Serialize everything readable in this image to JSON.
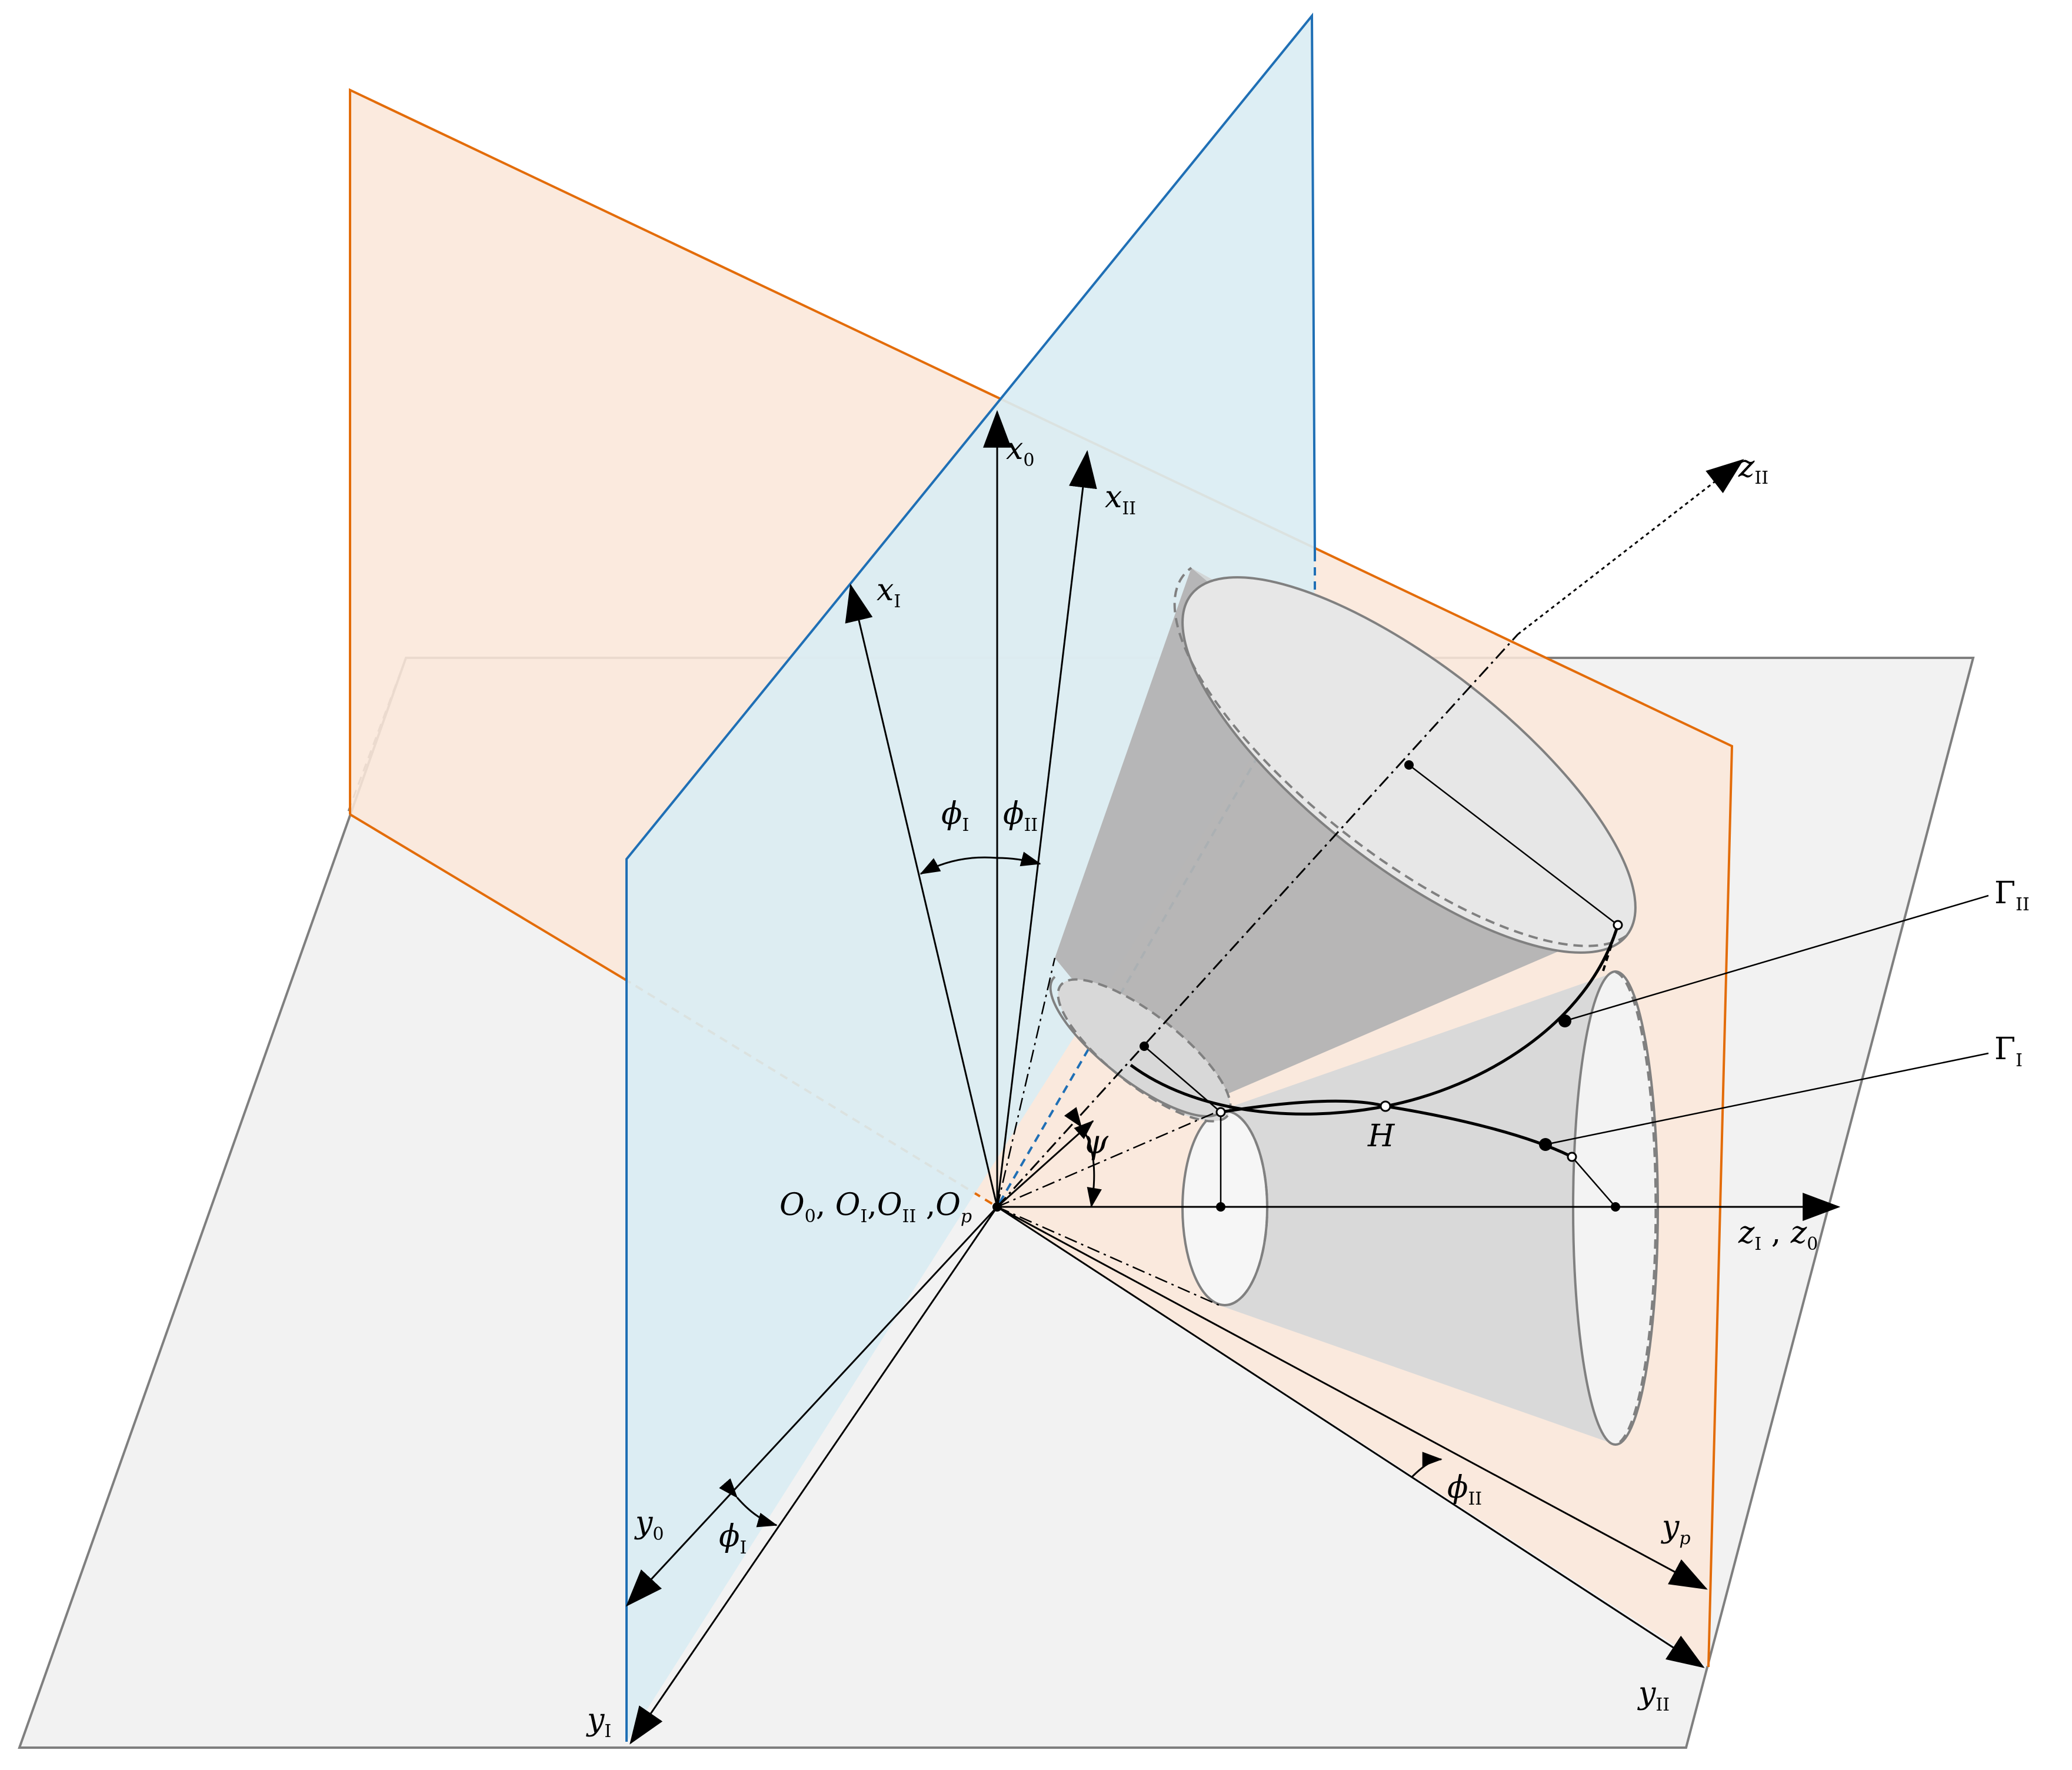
{
  "colors": {
    "horizontal_plane_fill": "#f2f2f2",
    "horizontal_plane_edge": "#7f7f7f",
    "orange_plane_fill": "#fbe7da",
    "orange_plane_edge": "#e36c09",
    "blue_plane_fill": "#daedf3",
    "blue_plane_edge": "#1f6fb5",
    "cone_dark": "#b0b0b0",
    "cone_mid": "#cfcfcf",
    "cone_light": "#e6e6e6",
    "ellipse_face": "#f3f3f3",
    "ink": "#000000"
  },
  "labels": {
    "x0": {
      "main": "x",
      "sub": "0"
    },
    "xII": {
      "main": "x",
      "sub": "II"
    },
    "xI": {
      "main": "x",
      "sub": "I"
    },
    "zII": {
      "main": "z",
      "sub": "II"
    },
    "phiI_top": {
      "main": "ϕ",
      "sub": "I"
    },
    "phiII_top": {
      "main": "ϕ",
      "sub": "II"
    },
    "GammaII": {
      "main": "Γ",
      "sub": "II"
    },
    "GammaI": {
      "main": "Γ",
      "sub": "I"
    },
    "psi": {
      "main": "ψ"
    },
    "H": {
      "main": "H"
    },
    "origin": {
      "O0": "O",
      "O0_sub": "0",
      "sep1": ", ",
      "OI": "O",
      "OI_sub": "I",
      "sep2": ",",
      "OII": "O",
      "OII_sub": "II",
      "sep3": " ,",
      "Op": "O",
      "Op_sub": "p"
    },
    "zI_z0": {
      "z1": "z",
      "z1_sub": "I",
      "sep": " , ",
      "z2": "z",
      "z2_sub": "0"
    },
    "y0": {
      "main": "y",
      "sub": "0"
    },
    "phiI_bottom": {
      "main": "ϕ",
      "sub": "I"
    },
    "phiII_bottom": {
      "main": "ϕ",
      "sub": "II"
    },
    "yp": {
      "main": "y",
      "sub": "p"
    },
    "yII": {
      "main": "y",
      "sub": "II"
    },
    "yI": {
      "main": "y",
      "sub": "I"
    }
  }
}
